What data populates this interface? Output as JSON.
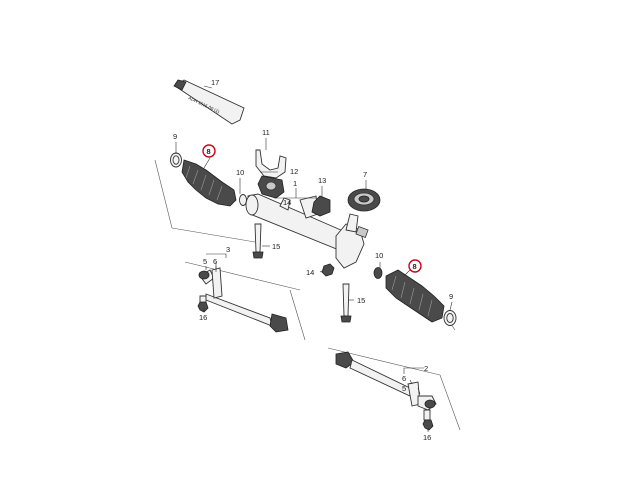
{
  "tube_label": "ADH 1615 00 (1)",
  "callouts": [
    {
      "id": "c17",
      "text": "17",
      "highlight": false
    },
    {
      "id": "c9a",
      "text": "9",
      "highlight": false
    },
    {
      "id": "c8a",
      "text": "8",
      "highlight": true
    },
    {
      "id": "c11",
      "text": "11",
      "highlight": false
    },
    {
      "id": "c12",
      "text": "12",
      "highlight": false
    },
    {
      "id": "c10a",
      "text": "10",
      "highlight": false
    },
    {
      "id": "c1",
      "text": "1",
      "highlight": false
    },
    {
      "id": "c14a",
      "text": "14",
      "highlight": false
    },
    {
      "id": "c13",
      "text": "13",
      "highlight": false
    },
    {
      "id": "c7",
      "text": "7",
      "highlight": false
    },
    {
      "id": "c15a",
      "text": "15",
      "highlight": false
    },
    {
      "id": "c3",
      "text": "3",
      "highlight": false
    },
    {
      "id": "c5a",
      "text": "5",
      "highlight": false
    },
    {
      "id": "c6a",
      "text": "6",
      "highlight": false
    },
    {
      "id": "c16a",
      "text": "16",
      "highlight": false
    },
    {
      "id": "c14b",
      "text": "14",
      "highlight": false
    },
    {
      "id": "c10b",
      "text": "10",
      "highlight": false
    },
    {
      "id": "c8b",
      "text": "8",
      "highlight": true
    },
    {
      "id": "c15b",
      "text": "15",
      "highlight": false
    },
    {
      "id": "c9b",
      "text": "9",
      "highlight": false
    },
    {
      "id": "c2",
      "text": "2",
      "highlight": false
    },
    {
      "id": "c6b",
      "text": "6",
      "highlight": false
    },
    {
      "id": "c5b",
      "text": "5",
      "highlight": false
    },
    {
      "id": "c16b",
      "text": "16",
      "highlight": false
    }
  ],
  "colors": {
    "highlight": "#d0021b",
    "line": "#333333"
  }
}
